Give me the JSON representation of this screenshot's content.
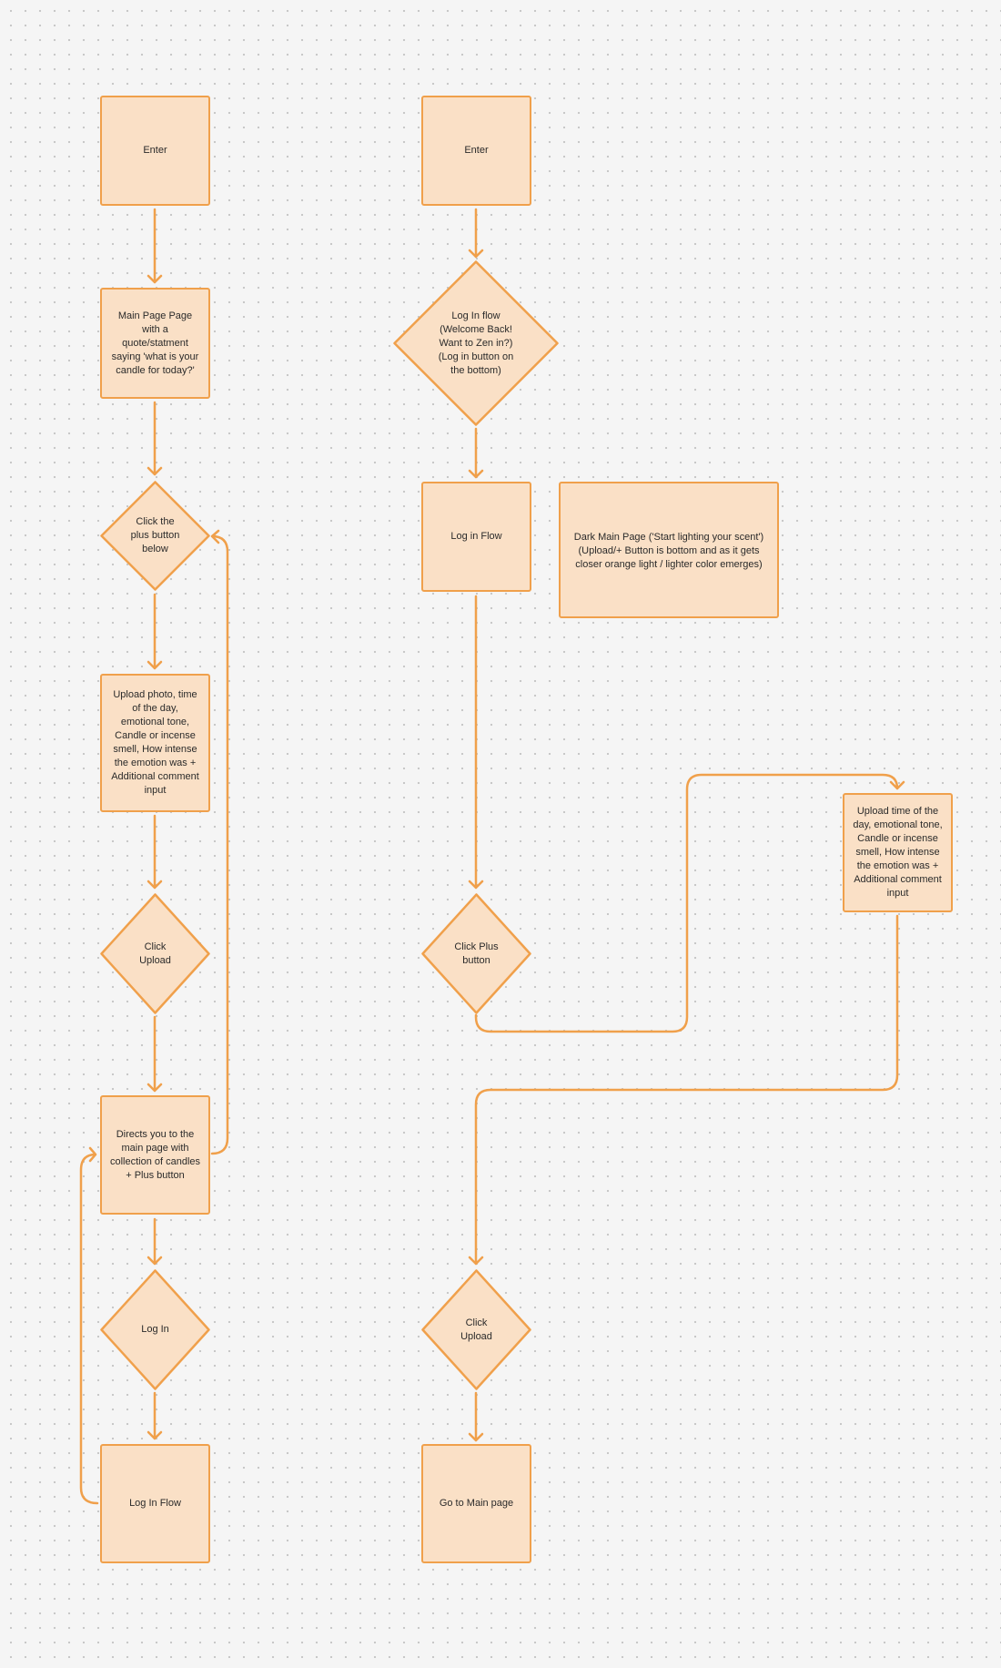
{
  "colors": {
    "stroke": "#f0a04b",
    "fill": "#fae0c6",
    "text": "#2a2a2a",
    "background": "#f5f5f5"
  },
  "nodes": {
    "enter_left": "Enter",
    "main_page": "Main Page Page with a quote/statment saying 'what is your candle for today?'",
    "click_plus_below": "Click the plus button below",
    "upload_photo_form": "Upload photo, time of the day, emotional tone, Candle or incense smell, How intense the emotion was + Additional comment input",
    "click_upload_left": "Click Upload",
    "directs_main_page": "Directs you to the main page with collection of candles + Plus button",
    "log_in": "Log In",
    "log_in_flow_left": "Log In Flow",
    "enter_right": "Enter",
    "log_in_flow_decision": "Log In flow (Welcome Back! Want to Zen in?) (Log in button on the bottom)",
    "log_in_flow_right": "Log in Flow",
    "dark_main_page": "Dark Main Page ('Start lighting your scent') (Upload/+ Button is bottom and as it gets closer orange light / lighter color emerges)",
    "click_plus_button": "Click Plus button",
    "upload_time_form": "Upload time of the day, emotional tone, Candle or incense smell, How intense the emotion was + Additional comment input",
    "click_upload_right": "Click Upload",
    "go_to_main_page": "Go to Main page"
  }
}
